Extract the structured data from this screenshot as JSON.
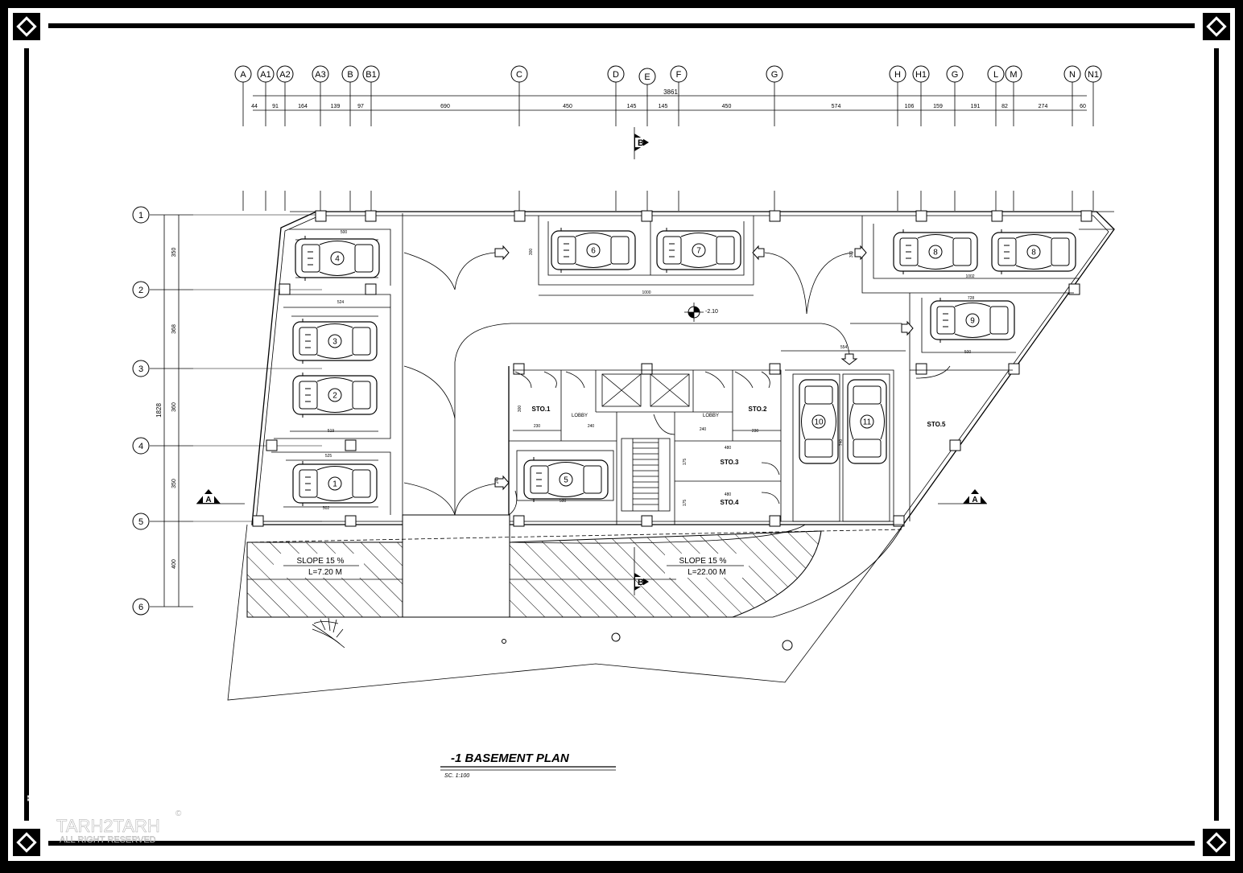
{
  "plan": {
    "title": "-1  BASEMENT  PLAN",
    "scale": "SC.  1:100",
    "level_mark": "-2.10",
    "total_width": "3861",
    "total_height": "1828"
  },
  "column_grid": [
    {
      "id": "A",
      "seg": "44"
    },
    {
      "id": "A1",
      "seg": "91"
    },
    {
      "id": "A2",
      "seg": "164"
    },
    {
      "id": "A3",
      "seg": "139"
    },
    {
      "id": "B",
      "seg": "97"
    },
    {
      "id": "B1",
      "seg": "690"
    },
    {
      "id": "C",
      "seg": "450"
    },
    {
      "id": "D",
      "seg": "145"
    },
    {
      "id": "E",
      "seg": "145"
    },
    {
      "id": "F",
      "seg": "450"
    },
    {
      "id": "G",
      "seg": "574"
    },
    {
      "id": "H",
      "seg": "106"
    },
    {
      "id": "H1",
      "seg": "159"
    },
    {
      "id": "G",
      "seg": "191"
    },
    {
      "id": "L",
      "seg": "82"
    },
    {
      "id": "M",
      "seg": "274"
    },
    {
      "id": "N",
      "seg": "60"
    },
    {
      "id": "N1",
      "seg": ""
    }
  ],
  "row_grid": [
    {
      "id": "1",
      "seg": "350"
    },
    {
      "id": "2",
      "seg": "368"
    },
    {
      "id": "3",
      "seg": "360"
    },
    {
      "id": "4",
      "seg": "350"
    },
    {
      "id": "5",
      "seg": "400"
    },
    {
      "id": "6",
      "seg": ""
    }
  ],
  "section_marks": {
    "a_left": "A",
    "a_right": "A",
    "b_top": "B",
    "b_bottom": "B"
  },
  "rooms": {
    "sto1": "STO.1",
    "sto2": "STO.2",
    "sto3": "STO.3",
    "sto4": "STO.4",
    "sto5": "STO.5",
    "lobby1": "LOBBY",
    "lobby2": "LOBBY"
  },
  "ramps": {
    "left": {
      "slope": "SLOPE  15  %",
      "length": "L=7.20  M"
    },
    "right": {
      "slope": "SLOPE  15  %",
      "length": "L=22.00  M"
    }
  },
  "parking_spots": [
    "1",
    "2",
    "3",
    "4",
    "5",
    "6",
    "7",
    "8",
    "8",
    "9",
    "10",
    "11"
  ],
  "dims": {
    "d500a": "500",
    "d524": "524",
    "d519": "519",
    "d525": "525",
    "d502": "502",
    "d1000": "1000",
    "d1002": "1002",
    "d728": "728",
    "d500b": "500",
    "d500c": "500",
    "d230a": "230",
    "d240a": "240",
    "d240b": "240",
    "d230b": "230",
    "d480a": "480",
    "d480b": "480",
    "d175a": "175",
    "d175b": "175",
    "d740": "740",
    "d554": "554",
    "d300a": "300",
    "d300b": "300",
    "d300c": "300",
    "d240v": "240",
    "d230v": "230"
  },
  "watermark": {
    "brand": "TARH2TARH",
    "sub": "ALL RIGHT RESERVED",
    "mark": "©"
  }
}
